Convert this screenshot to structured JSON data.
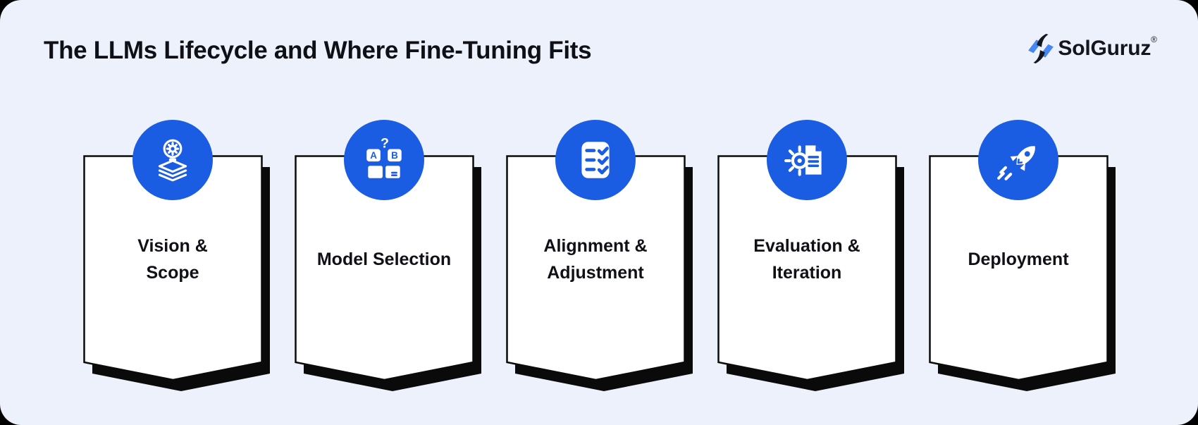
{
  "header": {
    "title": "The LLMs Lifecycle and Where Fine-Tuning Fits"
  },
  "logo": {
    "name": "SolGuruz",
    "registered_mark": "®",
    "icon": "solguruz-bolt-icon"
  },
  "colors": {
    "canvas_bg": "#EDF1FC",
    "surround": "#000000",
    "accent_blue": "#1A5CE2",
    "logo_blue": "#4687F0",
    "ink": "#0F1016",
    "card_bg": "#FFFFFF",
    "shadow": "#0A0A0A"
  },
  "lifecycle_steps": [
    {
      "line1": "Vision &",
      "line2": "Scope",
      "icon": "vision-scope-bulb-layers-icon"
    },
    {
      "line1": "Model Selection",
      "line2": "",
      "icon": "model-selection-ab-choice-icon",
      "glyphs": {
        "a": "A",
        "b": "B",
        "question": "?"
      }
    },
    {
      "line1": "Alignment &",
      "line2": "Adjustment",
      "icon": "alignment-checklist-icon"
    },
    {
      "line1": "Evaluation &",
      "line2": "Iteration",
      "icon": "evaluation-gear-document-icon"
    },
    {
      "line1": "Deployment",
      "line2": "",
      "icon": "deployment-rocket-icon"
    }
  ]
}
